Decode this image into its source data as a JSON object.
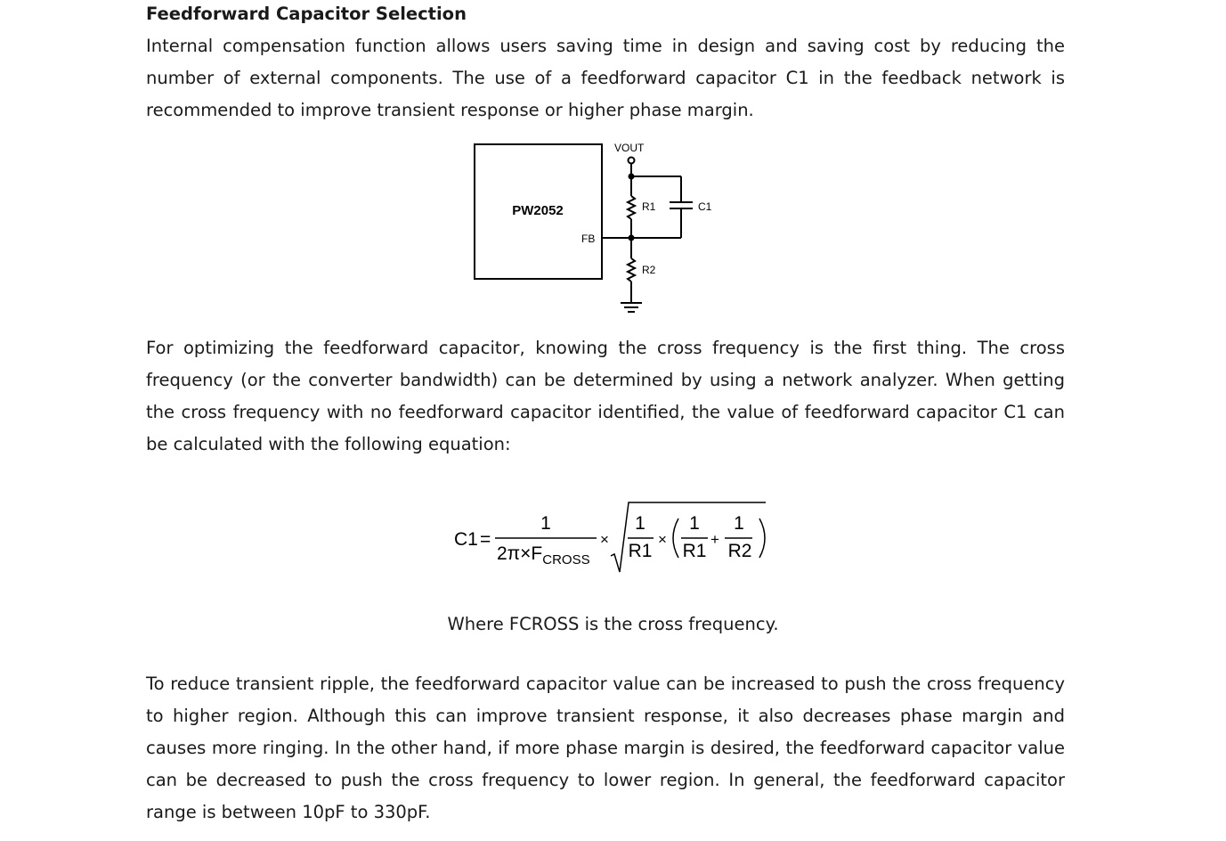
{
  "section": {
    "heading": "Feedforward Capacitor Selection"
  },
  "paragraphs": [
    "Internal compensation function allows users saving time in design and saving cost by reducing the number of external components. The use of a feedforward capacitor C1 in the feedback network is recommended to improve transient response or higher phase margin.",
    "For optimizing the feedforward capacitor, knowing the cross frequency is the first thing. The cross frequency (or the converter bandwidth) can be determined by using a network analyzer. When getting the cross frequency with no feedforward capacitor identified, the value of feedforward capacitor C1 can be calculated with the following equation:",
    "To reduce transient ripple, the feedforward capacitor value can be increased to push the cross frequency to higher region. Although this can improve transient response, it also decreases phase margin and causes more ringing. In the other hand, if more phase margin is desired, the feedforward capacitor value can be decreased to push the cross frequency to lower region. In general, the feedforward capacitor range is between 10pF to 330pF."
  ],
  "schematic": {
    "chip_label": "PW2052",
    "pin_label": "FB",
    "vout_label": "VOUT",
    "r1_label": "R1",
    "r2_label": "R2",
    "c1_label": "C1"
  },
  "equation": {
    "lhs": "C1",
    "equals": "=",
    "numerator_1": "1",
    "denominator_1_prefix": "2π×F",
    "denominator_1_subscript": "CROSS",
    "times": "×",
    "inner_num_1": "1",
    "inner_den_1": "R1",
    "inner_num_2": "1",
    "inner_den_2": "R1",
    "plus": "+",
    "inner_num_3": "1",
    "inner_den_3": "R2"
  },
  "caption": "Where FCROSS is the cross frequency."
}
